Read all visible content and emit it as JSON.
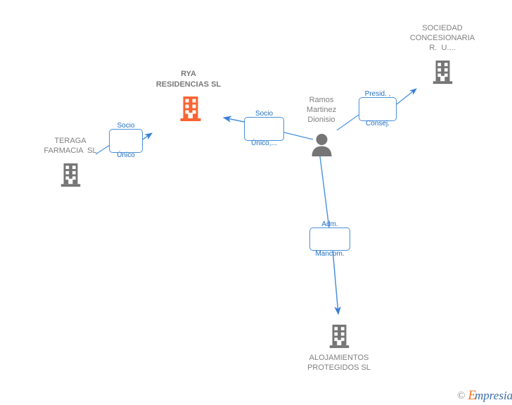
{
  "diagram": {
    "title": "RYA RESIDENCIAS SL corporate relationship graph",
    "colors": {
      "focus_entity": "#FA6432",
      "entity": "#757575",
      "edge": "#4a90d9",
      "label_text": "#1f6fc4",
      "node_text": "#808080",
      "background": "#ffffff"
    },
    "nodes": [
      {
        "id": "rya",
        "kind": "company",
        "icon": "building-icon",
        "label": "RYA\nRESIDENCIAS SL",
        "label_line_1": "RYA",
        "label_line_2": "RESIDENCIAS SL",
        "highlighted": true,
        "color": "#FA6432"
      },
      {
        "id": "teraga",
        "kind": "company",
        "icon": "building-icon",
        "label": "TERAGA\nFARMACIA  SL",
        "label_line_1": "TERAGA",
        "label_line_2": "FARMACIA  SL",
        "highlighted": false,
        "color": "#757575"
      },
      {
        "id": "persona",
        "kind": "person",
        "icon": "person-icon",
        "label": "Ramos\nMartinez\nDionisio",
        "label_line_1": "Ramos",
        "label_line_2": "Martinez",
        "label_line_3": "Dionisio",
        "highlighted": false,
        "color": "#757575"
      },
      {
        "id": "concesionaria",
        "kind": "company",
        "icon": "building-icon",
        "label": "SOCIEDAD\nCONCESIONARIA\nR.  U....",
        "label_line_1": "SOCIEDAD",
        "label_line_2": "CONCESIONARIA",
        "label_line_3": "R.  U....",
        "highlighted": false,
        "color": "#757575"
      },
      {
        "id": "alojamientos",
        "kind": "company",
        "icon": "building-icon",
        "label": "ALOJAMIENTOS\nPROTEGIDOS SL",
        "label_line_1": "ALOJAMIENTOS",
        "label_line_2": "PROTEGIDOS SL",
        "highlighted": false,
        "color": "#757575"
      }
    ],
    "edges": [
      {
        "id": "teraga-rya",
        "from": "teraga",
        "to": "rya",
        "label_line_1": "Socio",
        "label_line_2": "Único"
      },
      {
        "id": "persona-rya",
        "from": "persona",
        "to": "rya",
        "label_line_1": "Socio",
        "label_line_2": "Único,..."
      },
      {
        "id": "persona-concesionaria",
        "from": "persona",
        "to": "concesionaria",
        "label_line_1": "Presid. ,",
        "label_line_2": "Consej."
      },
      {
        "id": "persona-alojamientos",
        "from": "persona",
        "to": "alojamientos",
        "label_line_1": "Adm.",
        "label_line_2": "Mancom."
      }
    ]
  },
  "watermark": {
    "copyright": "©",
    "brand_initial": "E",
    "brand_rest": "mpresia"
  }
}
